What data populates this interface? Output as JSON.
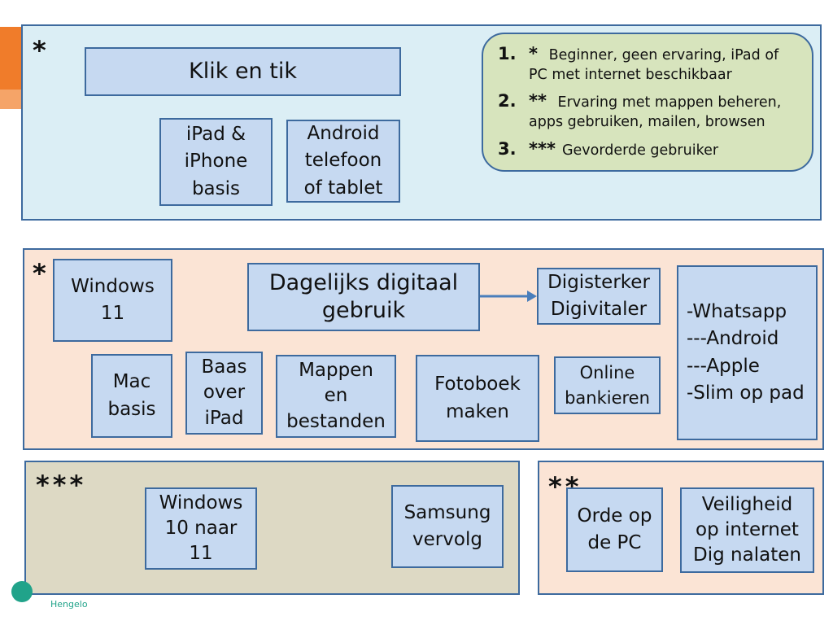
{
  "legend": {
    "items": [
      {
        "num": "1.",
        "stars": "*",
        "text": "Beginner, geen ervaring, iPad of PC met internet beschikbaar"
      },
      {
        "num": "2.",
        "stars": "**",
        "text": "Ervaring met mappen beheren, apps gebruiken, mailen, browsen"
      },
      {
        "num": "3.",
        "stars": "***",
        "text": "Gevorderde gebruiker"
      }
    ]
  },
  "section1": {
    "stars": "*",
    "title": "Klik en tik",
    "boxes": [
      "iPad &\niPhone\nbasis",
      "Android\ntelefoon\nof tablet"
    ]
  },
  "section2": {
    "stars": "*",
    "main_title": "Dagelijks digitaal\ngebruik",
    "boxes": {
      "windows11": "Windows\n11",
      "digisterker": "Digisterker\nDigivitaler",
      "whatsapp": "-Whatsapp\n---Android\n---Apple\n-Slim op pad",
      "mac": "Mac\nbasis",
      "baas": "Baas\nover\niPad",
      "mappen": "Mappen\nen\nbestanden",
      "fotoboek": "Fotoboek\nmaken",
      "online": "Online\nbankieren"
    }
  },
  "section3": {
    "stars": "***",
    "boxes": [
      "Windows\n10 naar\n11",
      "Samsung\nvervolg"
    ]
  },
  "section4": {
    "stars": "**",
    "boxes": [
      "Orde op\nde PC",
      "Veiligheid\nop internet\nDig nalaten"
    ]
  },
  "logo": {
    "sub": "Hengelo"
  },
  "colors": {
    "section_blue": "#dbeef5",
    "section_peach": "#fbe4d5",
    "section_khaki": "#ddd9c4",
    "box": "#c6d9f1",
    "border": "#3d6a9e",
    "legend": "#d7e4bd",
    "accent": "#f07c2a"
  }
}
